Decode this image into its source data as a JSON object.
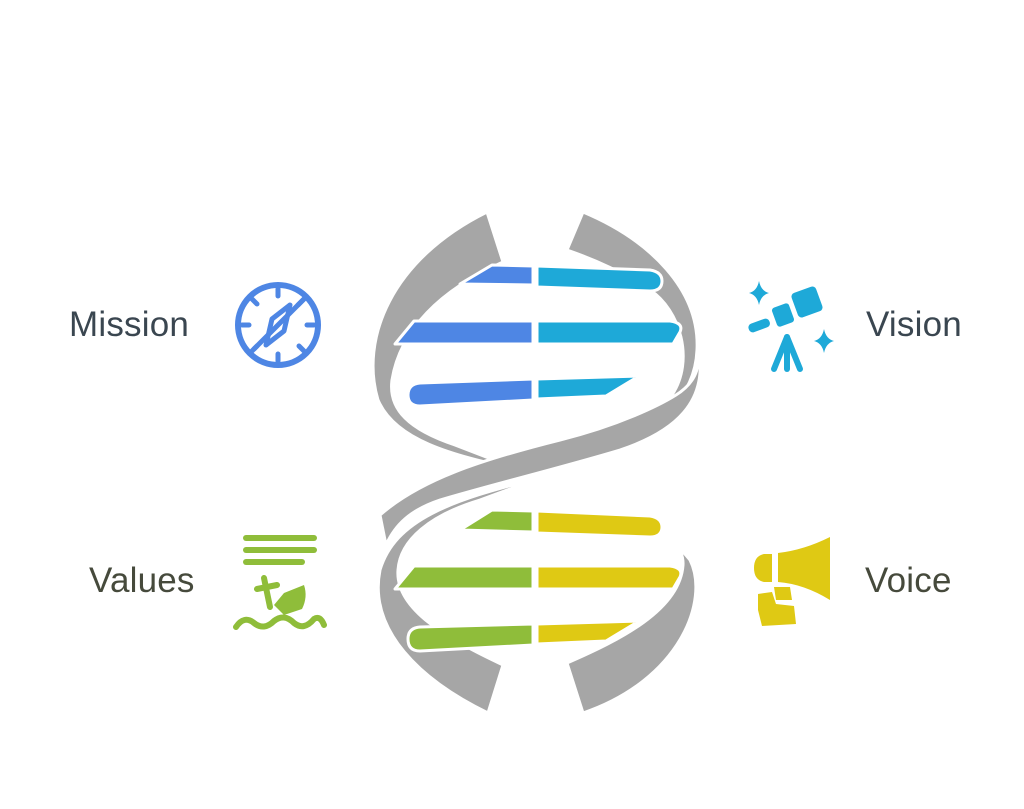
{
  "diagram": {
    "type": "dna-helix-infographic",
    "colors": {
      "strand": "#a6a6a6",
      "outline": "#ffffff",
      "mission": "#4e86e4",
      "vision": "#1ea9d8",
      "values": "#8fbd3a",
      "voice": "#dfc914",
      "text_top": "#3a4650",
      "text_bottom": "#464a3c"
    },
    "items": [
      {
        "id": "mission",
        "label": "Mission",
        "icon": "compass-icon",
        "side": "left",
        "group": "top"
      },
      {
        "id": "vision",
        "label": "Vision",
        "icon": "telescope-icon",
        "side": "right",
        "group": "top"
      },
      {
        "id": "values",
        "label": "Values",
        "icon": "sinking-ship-icon",
        "side": "left",
        "group": "bottom"
      },
      {
        "id": "voice",
        "label": "Voice",
        "icon": "megaphone-icon",
        "side": "right",
        "group": "bottom"
      }
    ]
  }
}
